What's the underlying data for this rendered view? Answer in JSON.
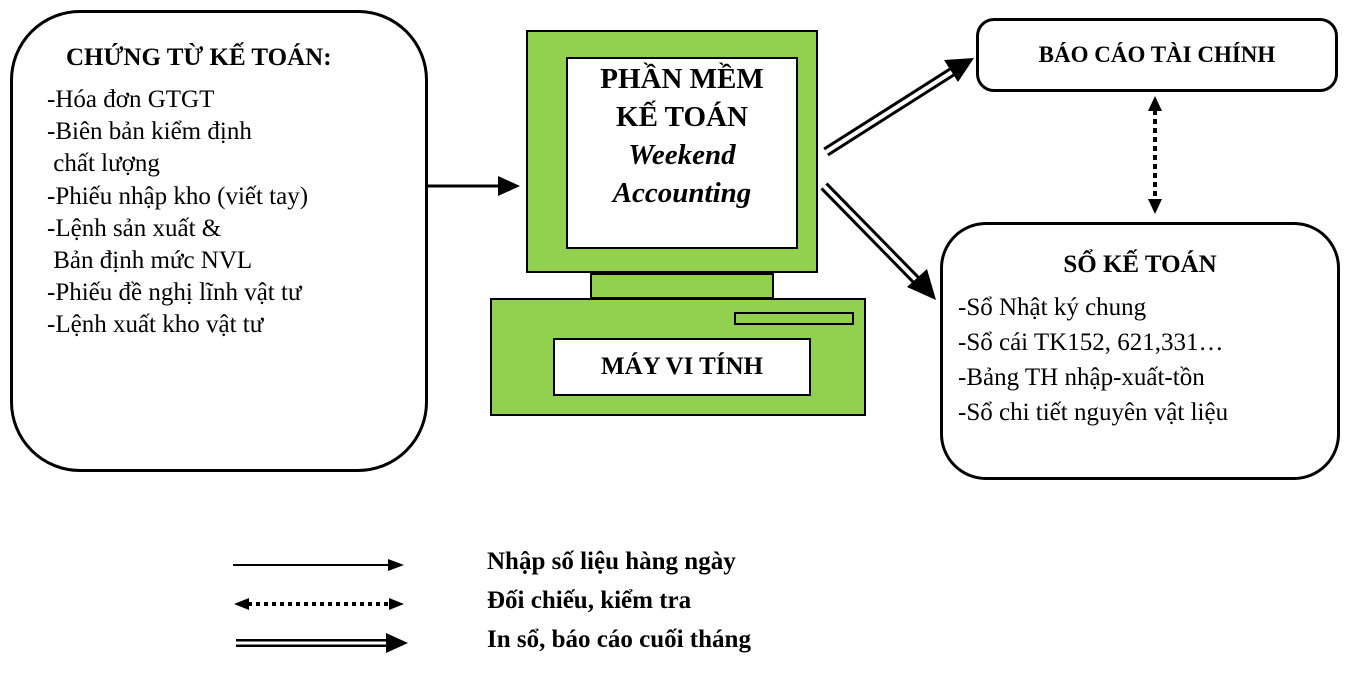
{
  "documents": {
    "title": "CHỨNG TỪ KẾ TOÁN:",
    "items": [
      "-Hóa đơn GTGT",
      "-Biên bản kiểm định",
      " chất lượng",
      "-Phiếu nhập kho (viết tay)",
      "-Lệnh sản xuất &",
      " Bản định mức NVL",
      "-Phiếu đề nghị lĩnh vật tư",
      "-Lệnh xuất kho vật tư"
    ]
  },
  "software": {
    "line1": "PHẦN MỀM",
    "line2": "KẾ TOÁN",
    "line3": "Weekend",
    "line4": "Accounting",
    "screen_color": "#92d050"
  },
  "computer": {
    "label": "MÁY VI TÍNH"
  },
  "report": {
    "label": "BÁO CÁO TÀI CHÍNH"
  },
  "ledger": {
    "title": "SỔ KẾ TOÁN",
    "items": [
      "-Sổ Nhật ký chung",
      "-Sổ cái TK152, 621,331…",
      "-Bảng TH nhập-xuất-tồn",
      "-Sổ chi tiết nguyên vật liệu"
    ]
  },
  "legend": {
    "solid": "Nhập số liệu hàng ngày",
    "dotted": "Đối chiếu, kiểm tra",
    "double": "In sổ, báo cáo cuối tháng"
  }
}
